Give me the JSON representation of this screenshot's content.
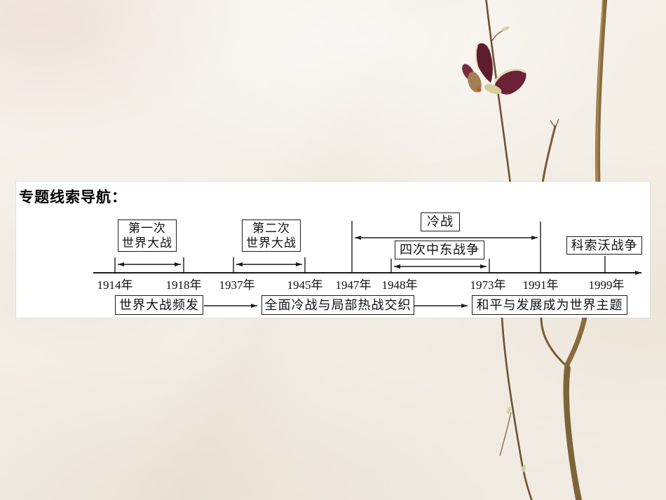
{
  "slide": {
    "section_title": "专题线索导航：",
    "timeline": {
      "years": [
        "1914年",
        "1918年",
        "1937年",
        "1945年",
        "1947年",
        "1948年",
        "1973年",
        "1991年",
        "1999年"
      ],
      "events": [
        {
          "name": "first-world-war",
          "line1": "第一次",
          "line2": "世界大战",
          "start": "1914年",
          "end": "1918年"
        },
        {
          "name": "second-world-war",
          "line1": "第二次",
          "line2": "世界大战",
          "start": "1937年",
          "end": "1945年"
        },
        {
          "name": "cold-war",
          "line1": "冷战",
          "start": "1947年",
          "end": "1991年"
        },
        {
          "name": "four-middle-east-wars",
          "line1": "四次中东战争",
          "start": "1948年",
          "end": "1973年"
        },
        {
          "name": "kosovo-war",
          "line1": "科索沃战争",
          "start": "1999年",
          "end": "1999年"
        }
      ],
      "phases": [
        {
          "label": "世界大战频发"
        },
        {
          "label": "全面冷战与局部热战交织"
        },
        {
          "label": "和平与发展成为世界主题"
        }
      ]
    }
  },
  "colors": {
    "paper": "#f3eee6",
    "panel_background": "#ffffff",
    "diagram_line": "#1c1c1c",
    "branch_brown": "#8a6b3e",
    "butterfly_maroon": "#6d2136",
    "leaf_green": "#cdd19c"
  }
}
